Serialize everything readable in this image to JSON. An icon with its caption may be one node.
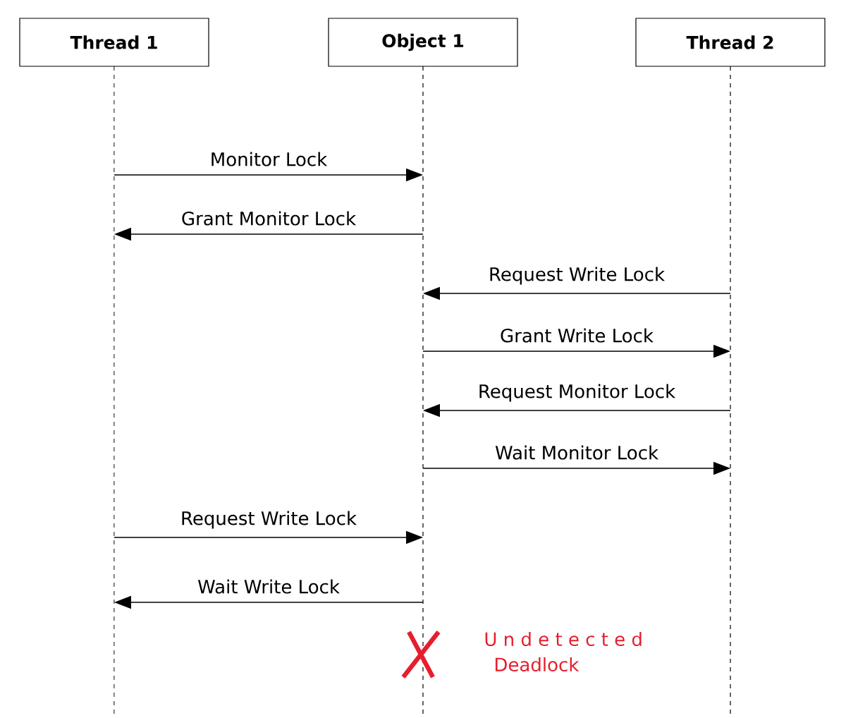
{
  "diagram": {
    "nodes": [
      {
        "text": [
          "Thread 1"
        ]
      },
      {
        "text": [
          "Object 1"
        ]
      },
      {
        "text": [
          "Thread 2"
        ]
      }
    ],
    "edges": [
      {
        "from": 0,
        "to": 1,
        "arrow": "to",
        "label": "Monitor Lock"
      },
      {
        "from": 1,
        "to": 0,
        "arrow": "to",
        "label": "Grant Monitor Lock"
      },
      {
        "from": 2,
        "to": 1,
        "arrow": "to",
        "label": "Request Write Lock"
      },
      {
        "from": 1,
        "to": 2,
        "arrow": "to",
        "label": "Grant Write Lock"
      },
      {
        "from": 2,
        "to": 1,
        "arrow": "to",
        "label": "Request Monitor Lock"
      },
      {
        "from": 1,
        "to": 2,
        "arrow": "to",
        "label": "Wait Monitor Lock"
      },
      {
        "from": 0,
        "to": 1,
        "arrow": "to",
        "label": "Request Write Lock"
      },
      {
        "from": 1,
        "to": 0,
        "arrow": "to",
        "label": "Wait Write Lock"
      }
    ],
    "labels": [
      "U n d e t e c t e d",
      "Deadlock"
    ]
  }
}
